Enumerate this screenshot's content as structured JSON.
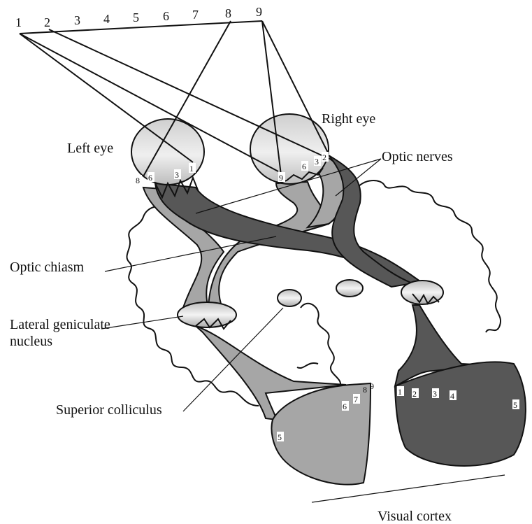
{
  "labels": {
    "left_eye": "Left eye",
    "right_eye": "Right eye",
    "optic_nerves": "Optic nerves",
    "optic_chiasm": "Optic chiasm",
    "lgn_line1": "Lateral geniculate",
    "lgn_line2": "nucleus",
    "superior_colliculus": "Superior colliculus",
    "visual_cortex": "Visual cortex"
  },
  "field_points": [
    "1",
    "2",
    "3",
    "4",
    "5",
    "6",
    "7",
    "8",
    "9"
  ],
  "left_eye_markers": [
    "8",
    "6",
    "3",
    "1"
  ],
  "right_eye_markers": [
    "9",
    "6",
    "3",
    "2"
  ],
  "left_cortex_markers": [
    "5",
    "6",
    "7",
    "8",
    "9"
  ],
  "right_cortex_markers": [
    "1",
    "2",
    "3",
    "4",
    "5"
  ],
  "colors": {
    "light_gray": "#a6a6a6",
    "dark_gray": "#575757",
    "outline": "#111111"
  }
}
